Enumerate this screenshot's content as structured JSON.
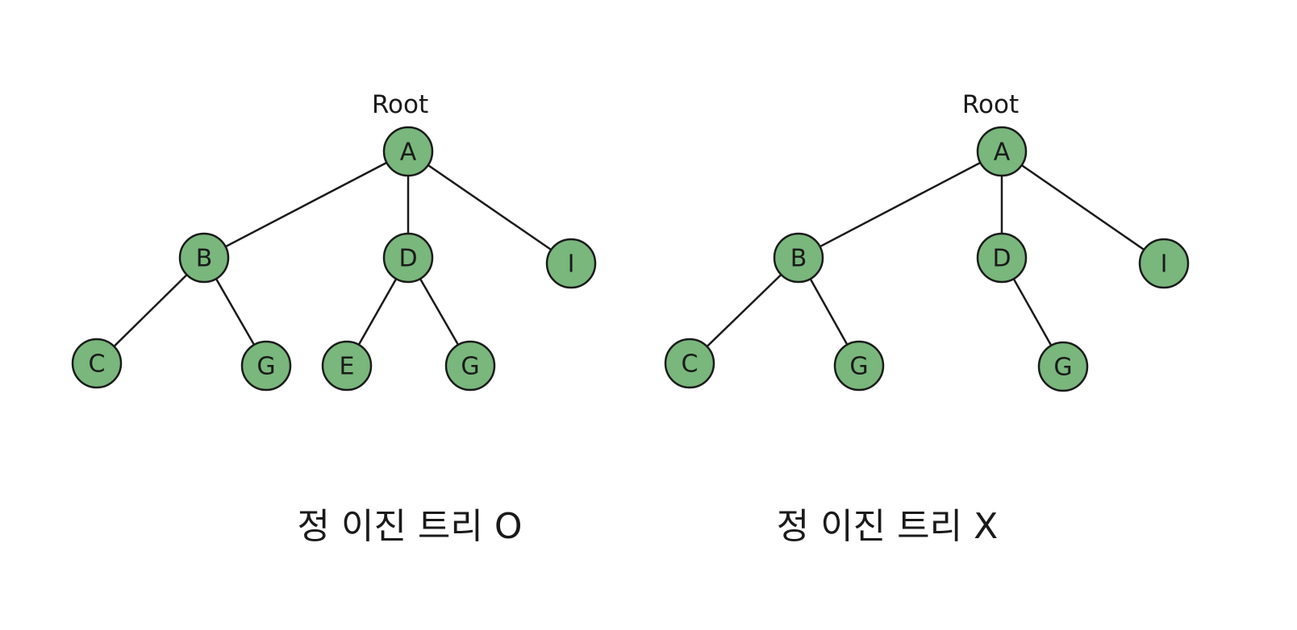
{
  "trees": [
    {
      "root_label": "Root",
      "caption": "정 이진 트리 O",
      "nodes": [
        {
          "id": "A",
          "label": "A"
        },
        {
          "id": "B",
          "label": "B"
        },
        {
          "id": "D",
          "label": "D"
        },
        {
          "id": "I",
          "label": "I"
        },
        {
          "id": "C",
          "label": "C"
        },
        {
          "id": "G1",
          "label": "G"
        },
        {
          "id": "E",
          "label": "E"
        },
        {
          "id": "G2",
          "label": "G"
        }
      ],
      "edges": [
        [
          "A",
          "B"
        ],
        [
          "A",
          "D"
        ],
        [
          "A",
          "I"
        ],
        [
          "B",
          "C"
        ],
        [
          "B",
          "G1"
        ],
        [
          "D",
          "E"
        ],
        [
          "D",
          "G2"
        ]
      ]
    },
    {
      "root_label": "Root",
      "caption": "정 이진 트리 X",
      "nodes": [
        {
          "id": "A",
          "label": "A"
        },
        {
          "id": "B",
          "label": "B"
        },
        {
          "id": "D",
          "label": "D"
        },
        {
          "id": "I",
          "label": "I"
        },
        {
          "id": "C",
          "label": "C"
        },
        {
          "id": "G1",
          "label": "G"
        },
        {
          "id": "G2",
          "label": "G"
        }
      ],
      "edges": [
        [
          "A",
          "B"
        ],
        [
          "A",
          "D"
        ],
        [
          "A",
          "I"
        ],
        [
          "B",
          "C"
        ],
        [
          "B",
          "G1"
        ],
        [
          "D",
          "G2"
        ]
      ]
    }
  ],
  "colors": {
    "node_fill": "#79b77c",
    "stroke": "#1a1a1a"
  }
}
